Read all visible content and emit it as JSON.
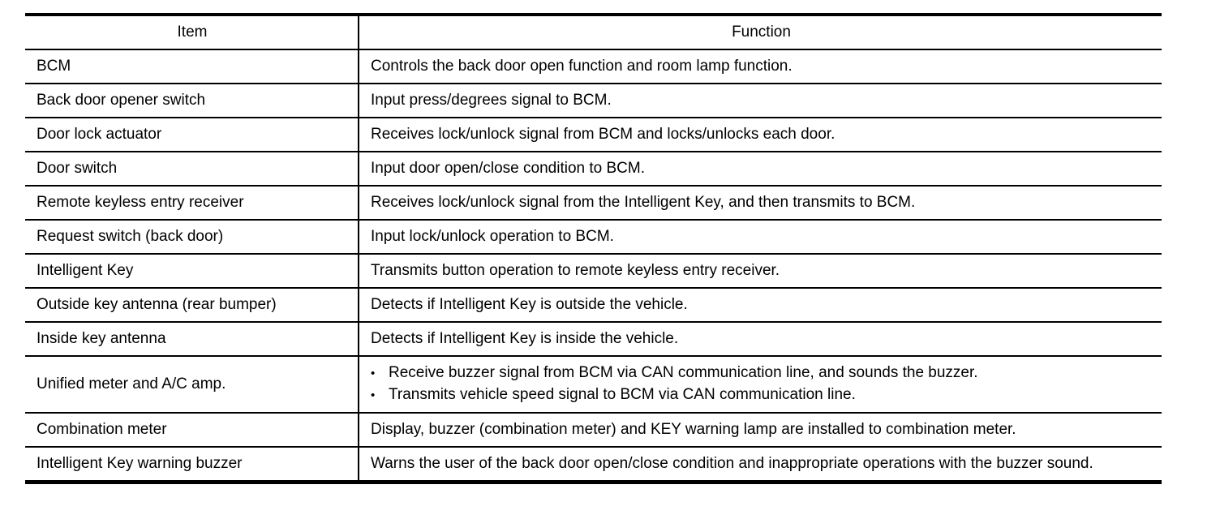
{
  "colors": {
    "text": "#000000",
    "border": "#000000",
    "background": "#ffffff"
  },
  "table": {
    "bullet_glyph": "•",
    "headers": {
      "item": "Item",
      "function": "Function"
    },
    "rows": [
      {
        "item": "BCM",
        "bullets": false,
        "function": [
          "Controls the back door open function and room lamp function."
        ]
      },
      {
        "item": "Back door opener switch",
        "bullets": false,
        "function": [
          "Input press/degrees signal to BCM."
        ]
      },
      {
        "item": "Door lock actuator",
        "bullets": false,
        "function": [
          "Receives lock/unlock signal from BCM and locks/unlocks each door."
        ]
      },
      {
        "item": "Door switch",
        "bullets": false,
        "function": [
          "Input door open/close condition to BCM."
        ]
      },
      {
        "item": "Remote keyless entry receiver",
        "bullets": false,
        "function": [
          "Receives lock/unlock signal from the Intelligent Key, and then transmits to BCM."
        ]
      },
      {
        "item": "Request switch (back door)",
        "bullets": false,
        "function": [
          "Input lock/unlock operation to BCM."
        ]
      },
      {
        "item": "Intelligent Key",
        "bullets": false,
        "function": [
          "Transmits button operation to remote keyless entry receiver."
        ]
      },
      {
        "item": "Outside key antenna (rear bumper)",
        "bullets": false,
        "function": [
          "Detects if Intelligent Key is outside the vehicle."
        ]
      },
      {
        "item": "Inside key antenna",
        "bullets": false,
        "function": [
          "Detects if Intelligent Key is inside the vehicle."
        ]
      },
      {
        "item": "Unified meter and A/C amp.",
        "bullets": true,
        "function": [
          "Receive buzzer signal from BCM via CAN communication line, and sounds the buzzer.",
          "Transmits vehicle speed signal to BCM via CAN communication line."
        ]
      },
      {
        "item": "Combination meter",
        "bullets": false,
        "function": [
          "Display, buzzer (combination meter) and KEY warning lamp are installed to combination meter."
        ]
      },
      {
        "item": "Intelligent Key warning buzzer",
        "bullets": false,
        "function": [
          "Warns the user of the back door open/close condition and inappropriate operations with the buzzer sound."
        ]
      }
    ]
  }
}
